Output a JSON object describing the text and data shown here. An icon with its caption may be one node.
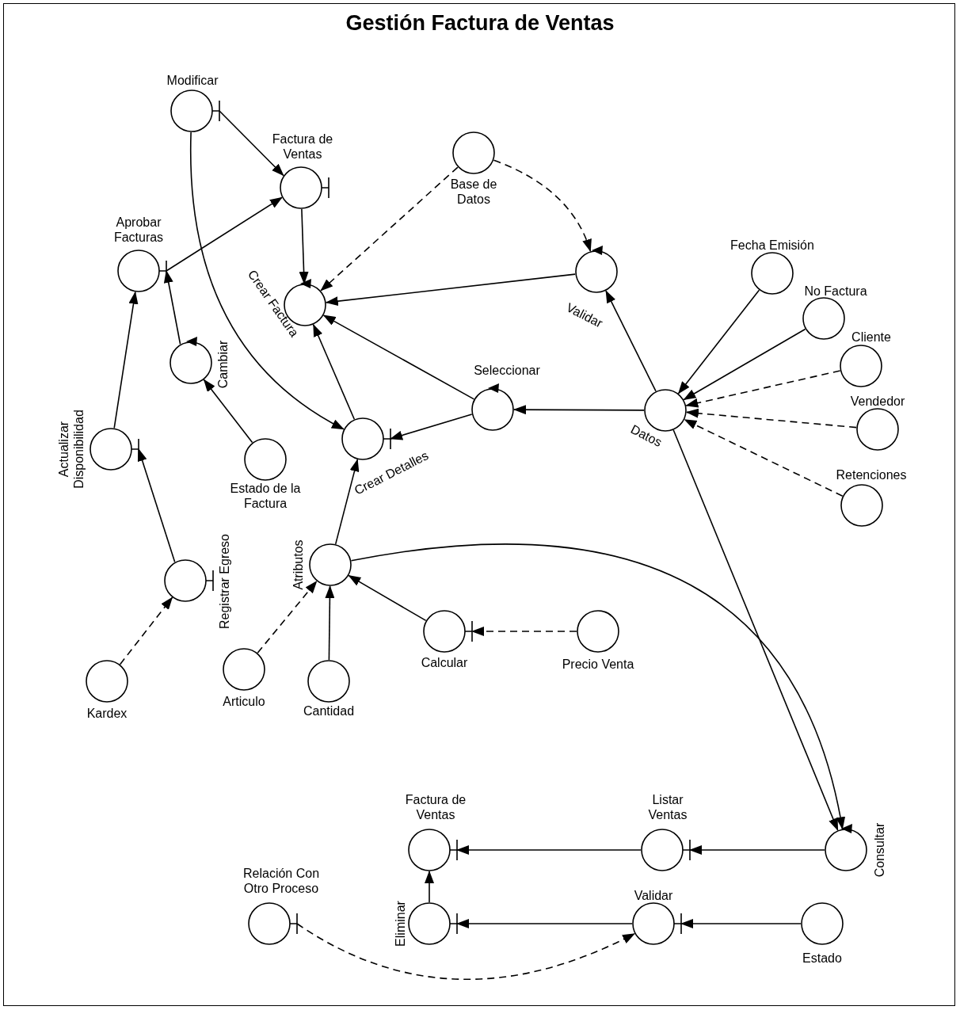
{
  "diagram": {
    "title": "Gestión Factura de Ventas",
    "nodes": [
      {
        "text": [
          "Modificar"
        ]
      },
      {
        "text": [
          "Factura de Ventas"
        ]
      },
      {
        "text": [
          "Base de Datos"
        ]
      },
      {
        "text": [
          "Aprobar Facturas"
        ]
      },
      {
        "text": [
          "Crear Factura"
        ]
      },
      {
        "text": [
          "Validar"
        ]
      },
      {
        "text": [
          "Fecha Emisión"
        ]
      },
      {
        "text": [
          "No Factura"
        ]
      },
      {
        "text": [
          "Cliente"
        ]
      },
      {
        "text": [
          "Cambiar"
        ]
      },
      {
        "text": [
          "Actualizar Disponibilidad"
        ]
      },
      {
        "text": [
          "Seleccionar"
        ]
      },
      {
        "text": [
          "Datos"
        ]
      },
      {
        "text": [
          "Vendedor"
        ]
      },
      {
        "text": [
          "Crear Detalles"
        ]
      },
      {
        "text": [
          "Estado de la Factura"
        ]
      },
      {
        "text": [
          "Retenciones"
        ]
      },
      {
        "text": [
          "Registrar Egreso"
        ]
      },
      {
        "text": [
          "Atributos"
        ]
      },
      {
        "text": [
          "Calcular"
        ]
      },
      {
        "text": [
          "Precio Venta"
        ]
      },
      {
        "text": [
          "Kardex"
        ]
      },
      {
        "text": [
          "Articulo"
        ]
      },
      {
        "text": [
          "Cantidad"
        ]
      },
      {
        "text": [
          "Factura de Ventas"
        ]
      },
      {
        "text": [
          "Listar Ventas"
        ]
      },
      {
        "text": [
          "Consultar"
        ]
      },
      {
        "text": [
          "Relación Con Otro Proceso"
        ]
      },
      {
        "text": [
          "Eliminar"
        ]
      },
      {
        "text": [
          "Validar"
        ]
      },
      {
        "text": [
          "Estado"
        ]
      }
    ],
    "edges": [
      {
        "from": 0,
        "to": 1,
        "arrow": "to"
      },
      {
        "from": 0,
        "to": 14,
        "arrow": "to"
      },
      {
        "from": 1,
        "to": 4,
        "arrow": "to"
      },
      {
        "from": 3,
        "to": 1,
        "arrow": "to"
      },
      {
        "from": 2,
        "to": 4,
        "arrow": "to",
        "style": "dashed"
      },
      {
        "from": 2,
        "to": 5,
        "arrow": "to",
        "style": "dashed"
      },
      {
        "from": 5,
        "to": 4,
        "arrow": "to"
      },
      {
        "from": 9,
        "to": 3,
        "arrow": "to"
      },
      {
        "from": 10,
        "to": 3,
        "arrow": "to"
      },
      {
        "from": 17,
        "to": 10,
        "arrow": "to"
      },
      {
        "from": 21,
        "to": 17,
        "arrow": "to",
        "style": "dashed"
      },
      {
        "from": 15,
        "to": 9,
        "arrow": "to"
      },
      {
        "from": 14,
        "to": 4,
        "arrow": "to"
      },
      {
        "from": 11,
        "to": 4,
        "arrow": "to"
      },
      {
        "from": 11,
        "to": 14,
        "arrow": "to"
      },
      {
        "from": 12,
        "to": 11,
        "arrow": "to"
      },
      {
        "from": 12,
        "to": 5,
        "arrow": "to"
      },
      {
        "from": 12,
        "to": 26,
        "arrow": "to"
      },
      {
        "from": 6,
        "to": 12,
        "arrow": "to"
      },
      {
        "from": 7,
        "to": 12,
        "arrow": "to"
      },
      {
        "from": 8,
        "to": 12,
        "arrow": "to",
        "style": "dashed"
      },
      {
        "from": 13,
        "to": 12,
        "arrow": "to",
        "style": "dashed"
      },
      {
        "from": 16,
        "to": 12,
        "arrow": "to",
        "style": "dashed"
      },
      {
        "from": 18,
        "to": 14,
        "arrow": "to"
      },
      {
        "from": 18,
        "to": 26,
        "arrow": "to"
      },
      {
        "from": 22,
        "to": 18,
        "arrow": "to",
        "style": "dashed"
      },
      {
        "from": 23,
        "to": 18,
        "arrow": "to"
      },
      {
        "from": 19,
        "to": 18,
        "arrow": "to"
      },
      {
        "from": 20,
        "to": 19,
        "arrow": "to",
        "style": "dashed"
      },
      {
        "from": 25,
        "to": 24,
        "arrow": "to"
      },
      {
        "from": 26,
        "to": 25,
        "arrow": "to"
      },
      {
        "from": 28,
        "to": 24,
        "arrow": "to"
      },
      {
        "from": 29,
        "to": 28,
        "arrow": "to"
      },
      {
        "from": 30,
        "to": 29,
        "arrow": "to"
      },
      {
        "from": 27,
        "to": 29,
        "arrow": "to",
        "style": "dashed"
      }
    ]
  }
}
